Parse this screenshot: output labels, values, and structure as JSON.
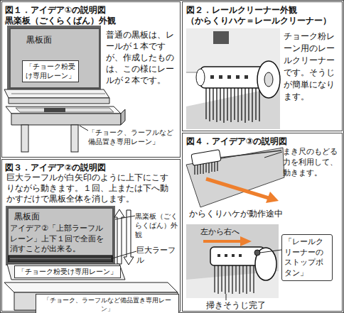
{
  "diagram": {
    "nodes": [
      {
        "text": [
          "図１．アイデア①の説明図",
          "黒楽板（ごくらくばん）外観",
          "普通の黒板は、レールが１本ですが、作成したものは、この様にレールが２本です。"
        ]
      },
      {
        "text": [
          "黒板面"
        ],
        "in": 0
      },
      {
        "text": [
          "「チョーク粉受け専用レーン」"
        ],
        "in": 1
      },
      {
        "text": [
          "図２．レールクリーナー外観",
          "（からくりハケ＝レールクリーナー）",
          "チョーク粉レーン用のレールクリーナーです。そうじが簡単になります。"
        ]
      },
      {
        "text": [
          "図３．アイデア②の説明図",
          "巨大ラーフルが白矢印のように上下にこすりながら動きます。１回、上または下へ動かすだけで黒板全体を消します。"
        ]
      },
      {
        "text": [
          "黒板面"
        ],
        "in": 4
      },
      {
        "text": [
          "「チョーク粉受け専用レーン」"
        ],
        "in": 4
      },
      {
        "text": [
          "「チョーク、ラーフルなど備品置き専用レーン」"
        ],
        "in": 4
      },
      {
        "text": [
          "図４．アイデア③の説明図"
        ]
      },
      {
        "text": [
          "「レールクリーナーのストップボタン」"
        ],
        "in": 8
      }
    ],
    "labels": [
      "「チョーク、ラーフルなど備品置き専用レーン」",
      "黒楽板（ごくらくばん）外観",
      "アイデア②「上部ラーフルレーン」上下１回で全面を消すことが出来る。",
      "巨大ラーフル",
      "まき尺のもどる力を利用して、動きます。",
      "からくりハケが動作途中",
      "左から右へ",
      "掃きそうじ完了"
    ]
  }
}
